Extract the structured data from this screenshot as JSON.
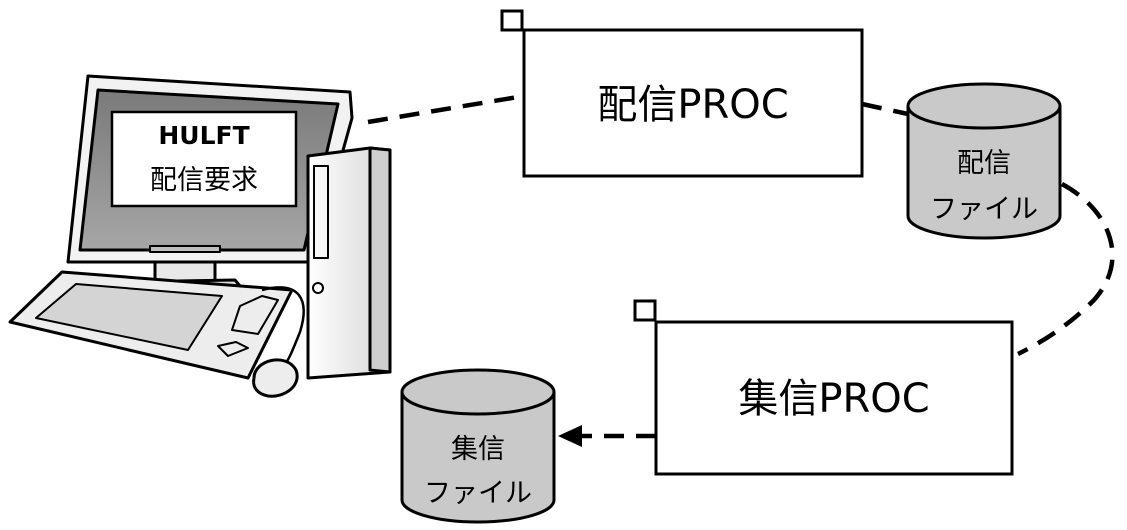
{
  "computer": {
    "screen_title": "HULFT",
    "screen_subtitle": "配信要求"
  },
  "processes": {
    "send": {
      "label": "配信PROC"
    },
    "receive": {
      "label": "集信PROC"
    }
  },
  "files": {
    "send": {
      "line1": "配信",
      "line2": "ファイル"
    },
    "receive": {
      "line1": "集信",
      "line2": "ファイル"
    }
  },
  "colors": {
    "db_fill": "#c9c9c9",
    "screen_fill": "#8d8d8d",
    "line": "#000000"
  }
}
